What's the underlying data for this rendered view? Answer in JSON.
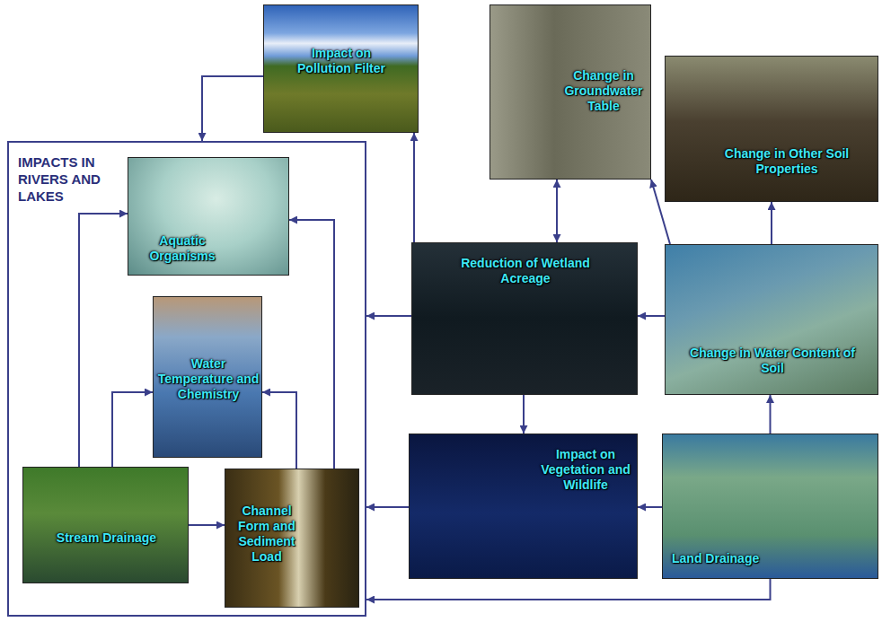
{
  "diagram": {
    "nodes": [
      {
        "text": [
          "Impact on Pollution Filter"
        ]
      },
      {
        "text": [
          "Change in Groundwater Table"
        ]
      },
      {
        "text": [
          "Change in Other Soil Properties"
        ]
      },
      {
        "text": [
          "IMPACTS IN RIVERS AND LAKES"
        ]
      },
      {
        "text": [
          "Aquatic Organisms"
        ],
        "in": 3
      },
      {
        "text": [
          "Water Temperature and Chemistry"
        ],
        "in": 3
      },
      {
        "text": [
          "Stream Drainage"
        ],
        "in": 3
      },
      {
        "text": [
          "Channel Form and Sediment Load"
        ],
        "in": 3
      },
      {
        "text": [
          "Reduction of Wetland Acreage"
        ]
      },
      {
        "text": [
          "Change in Water Content of Soil"
        ]
      },
      {
        "text": [
          "Impact on Vegetation and Wildlife"
        ]
      },
      {
        "text": [
          "Land Drainage"
        ]
      }
    ],
    "edges": [
      {
        "from": 11,
        "to": 9,
        "arrow": "to"
      },
      {
        "from": 11,
        "to": 10,
        "arrow": "to"
      },
      {
        "from": 11,
        "to": 3,
        "arrow": "to"
      },
      {
        "from": 9,
        "to": 2,
        "arrow": "to"
      },
      {
        "from": 9,
        "to": 1,
        "arrow": "to"
      },
      {
        "from": 9,
        "to": 8,
        "arrow": "to"
      },
      {
        "from": 8,
        "to": 1,
        "arrow": "both"
      },
      {
        "from": 8,
        "to": 0,
        "arrow": "to"
      },
      {
        "from": 8,
        "to": 10,
        "arrow": "to"
      },
      {
        "from": 8,
        "to": 3,
        "arrow": "to"
      },
      {
        "from": 10,
        "to": 3,
        "arrow": "to"
      },
      {
        "from": 0,
        "to": 3,
        "arrow": "to"
      },
      {
        "from": 6,
        "to": 4,
        "arrow": "to"
      },
      {
        "from": 6,
        "to": 5,
        "arrow": "to"
      },
      {
        "from": 6,
        "to": 7,
        "arrow": "to"
      },
      {
        "from": 7,
        "to": 5,
        "arrow": "to"
      },
      {
        "from": 7,
        "to": 4,
        "arrow": "to"
      }
    ]
  }
}
